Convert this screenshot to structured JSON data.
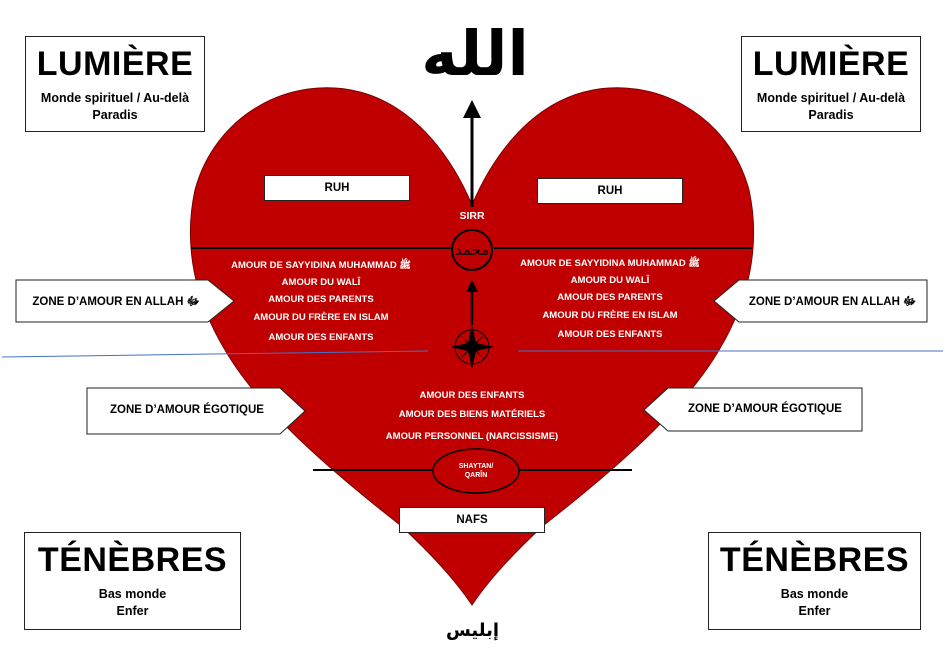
{
  "top_arabic": "الله",
  "bottom_arabic": "إبليس",
  "lumiere_left": {
    "title": "LUMIÈRE",
    "line1": "Monde spirituel / Au-delà",
    "line2": "Paradis"
  },
  "lumiere_right": {
    "title": "LUMIÈRE",
    "line1": "Monde spirituel / Au-delà",
    "line2": "Paradis"
  },
  "tenebres_left": {
    "title": "TÉNÈBRES",
    "line1": "Bas monde",
    "line2": "Enfer"
  },
  "tenebres_right": {
    "title": "TÉNÈBRES",
    "line1": "Bas monde",
    "line2": "Enfer"
  },
  "ruh_left": "RUH",
  "ruh_right": "RUH",
  "sirr": "SIRR",
  "nafs": "NAFS",
  "shaytan": "SHAYTAN/\nQARÎN",
  "zone_allah_left": "ZONE D’AMOUR EN ALLAH ﷻ",
  "zone_allah_right": "ZONE D’AMOUR EN ALLAH ﷻ",
  "zone_ego_left": "ZONE D’AMOUR ÉGOTIQUE",
  "zone_ego_right": "ZONE D’AMOUR ÉGOTIQUE",
  "love_left": [
    "AMOUR DE SAYYIDINA MUHAMMAD ﷺ",
    "AMOUR DU WALÎ",
    "AMOUR DES PARENTS",
    "AMOUR DU FRÈRE EN ISLAM",
    "AMOUR DES ENFANTS"
  ],
  "love_right": [
    "AMOUR DE SAYYIDINA MUHAMMAD ﷺ",
    "AMOUR DU WALÎ",
    "AMOUR DES PARENTS",
    "AMOUR DU FRÈRE EN ISLAM",
    "AMOUR DES ENFANTS"
  ],
  "love_ego": [
    "AMOUR DES ENFANTS",
    "AMOUR DES BIENS MATÉRIELS",
    "AMOUR PERSONNEL (NARCISSISME)"
  ],
  "muhammad_calligraphy": "محمد",
  "colors": {
    "heart": "#c00000",
    "lines": "#000000",
    "blue_line": "#4472c4"
  }
}
